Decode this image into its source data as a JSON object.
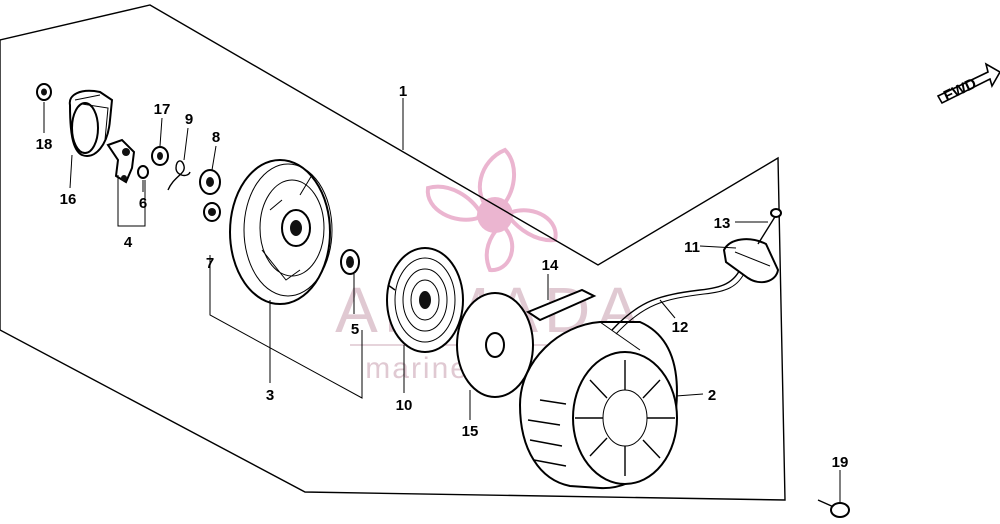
{
  "watermark": {
    "brand": "ARMADA",
    "tagline": "marine outboards",
    "color": "#e8a9c8"
  },
  "fwd_label": "FWD",
  "callouts": [
    {
      "id": "c1",
      "text": "1"
    },
    {
      "id": "c2",
      "text": "2"
    },
    {
      "id": "c3",
      "text": "3"
    },
    {
      "id": "c4",
      "text": "4"
    },
    {
      "id": "c5",
      "text": "5"
    },
    {
      "id": "c6",
      "text": "6"
    },
    {
      "id": "c7",
      "text": "7"
    },
    {
      "id": "c8",
      "text": "8"
    },
    {
      "id": "c9",
      "text": "9"
    },
    {
      "id": "c10",
      "text": "10"
    },
    {
      "id": "c11",
      "text": "11"
    },
    {
      "id": "c12",
      "text": "12"
    },
    {
      "id": "c13",
      "text": "13"
    },
    {
      "id": "c14",
      "text": "14"
    },
    {
      "id": "c15",
      "text": "15"
    },
    {
      "id": "c16",
      "text": "16"
    },
    {
      "id": "c17",
      "text": "17"
    },
    {
      "id": "c18",
      "text": "18"
    },
    {
      "id": "c19",
      "text": "19"
    }
  ]
}
